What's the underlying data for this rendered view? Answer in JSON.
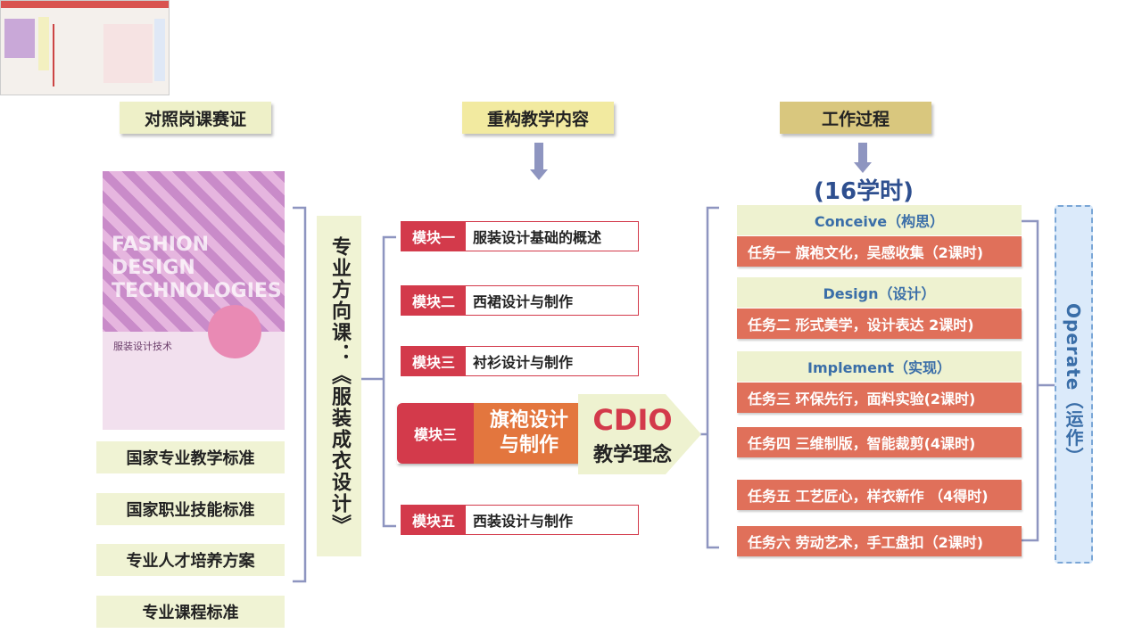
{
  "headers": {
    "left": "对照岗课赛证",
    "middle": "重构教学内容",
    "right": "工作过程"
  },
  "book_cover": {
    "title_lines": [
      "FASHION",
      "DESIGN",
      "TECHNOLOGIES"
    ],
    "subtitle": "服装设计技术"
  },
  "standards": [
    "国家专业教学标准",
    "国家职业技能标准",
    "专业人才培养方案",
    "专业课程标准"
  ],
  "course_title": "专业方向课：《服装成衣设计》",
  "modules": [
    {
      "tag": "模块一",
      "text": "服装设计基础的概述"
    },
    {
      "tag": "模块二",
      "text": "西裙设计与制作"
    },
    {
      "tag": "模块三",
      "text": "衬衫设计与制作"
    },
    {
      "tag": "模块三",
      "text": "旗袍设计与制作"
    },
    {
      "tag": "模块五",
      "text": "西装设计与制作"
    }
  ],
  "cdio": {
    "title": "CDIO",
    "subtitle": "教学理念"
  },
  "hours": "(16学时)",
  "phases": [
    "Conceive（构思）",
    "Design（设计）",
    "Implement（实现）"
  ],
  "tasks": [
    "任务一 旗袍文化，吴感收集（2课时)",
    "任务二 形式美学，设计表达 2课时)",
    "任务三 环保先行，面料实验(2课时)",
    "任务四 三维制版，智能裁剪(4课时)",
    "任务五 工艺匠心，样衣新作 （4得时)",
    "任务六 劳动艺术，手工盘扣（2课时)"
  ],
  "operate": "Operate（运作）",
  "colors": {
    "module_red": "#d33a4b",
    "task_orange": "#e0705a",
    "phase_blue_text": "#3a6ea8",
    "standard_bg": "#f0f3d4",
    "header_left_bg": "#eef0c8",
    "header_mid_bg": "#f2eaa0",
    "header_right_bg": "#d9c77e",
    "connector": "#8e95c0"
  }
}
